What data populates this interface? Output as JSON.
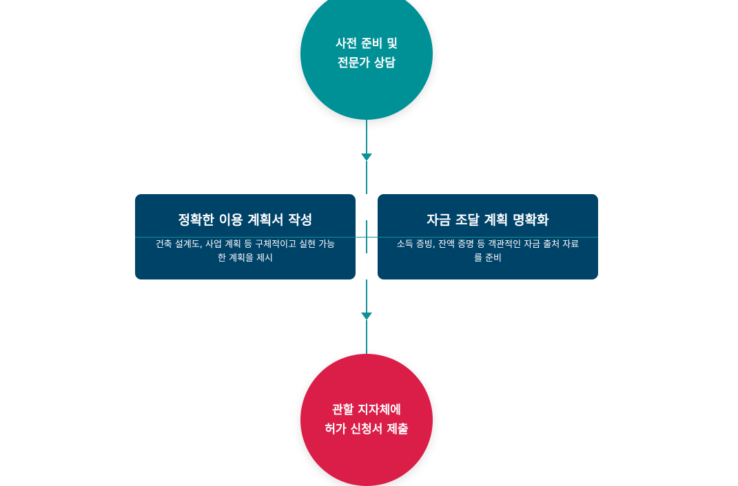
{
  "start": {
    "line1": "사전 준비 및",
    "line2": "전문가 상담"
  },
  "steps": [
    {
      "title": "정확한 이용 계획서 작성",
      "desc": "건축 설계도, 사업 계획 등 구체적이고 실현 가능한 계획을 제시"
    },
    {
      "title": "자금 조달 계획 명확화",
      "desc": "소득 증빙, 잔액 증명 등 객관적인 자금 출처 자료를 준비"
    }
  ],
  "end": {
    "line1": "관할 지자체에",
    "line2": "허가 신청서 제출"
  },
  "colors": {
    "start": "#009197",
    "card": "#004369",
    "end": "#da1e48",
    "connector": "#0e9196"
  }
}
